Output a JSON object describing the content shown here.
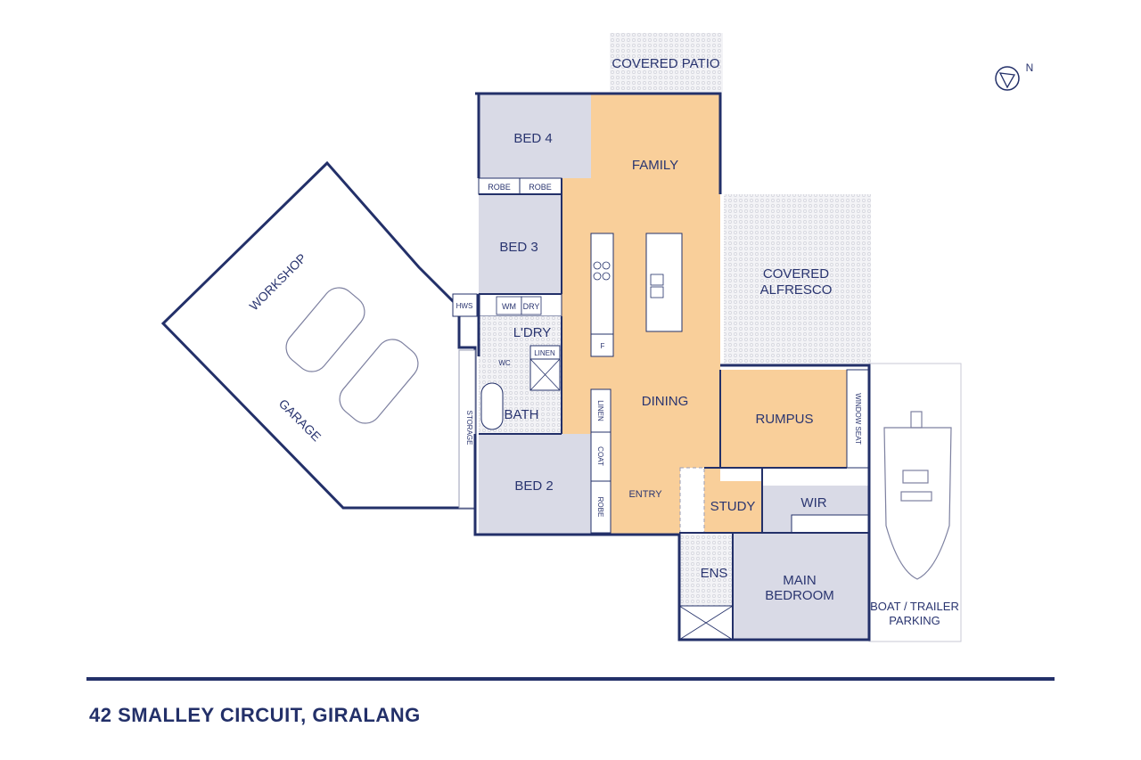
{
  "address": "42 SMALLEY CIRCUIT, GIRALANG",
  "compass": {
    "label": "N"
  },
  "rooms": {
    "covered_patio": "COVERED PATIO",
    "bed4": "BED 4",
    "robe1": "ROBE",
    "robe2": "ROBE",
    "bed3": "BED 3",
    "family": "FAMILY",
    "covered_alfresco_1": "COVERED",
    "covered_alfresco_2": "ALFRESCO",
    "workshop": "WORKSHOP",
    "garage": "GARAGE",
    "hws": "HWS",
    "wm": "WM",
    "dry": "DRY",
    "laundry": "L'DRY",
    "wc": "WC",
    "linen1": "LINEN",
    "bath": "BATH",
    "storage": "STORAGE",
    "linen2": "LINEN",
    "coat": "COAT",
    "robe3": "ROBE",
    "fridge": "F",
    "dining": "DINING",
    "rumpus": "RUMPUS",
    "window_seat": "WINDOW SEAT",
    "bed2": "BED 2",
    "entry": "ENTRY",
    "study": "STUDY",
    "wir": "WIR",
    "ens": "ENS",
    "main_bedroom_1": "MAIN",
    "main_bedroom_2": "BEDROOM",
    "boat_1": "BOAT / TRAILER",
    "boat_2": "PARKING"
  },
  "colors": {
    "wall": "#233069",
    "living": "#f9cf9a",
    "bedroom": "#d9dae6",
    "wet": "#eeeef3"
  }
}
